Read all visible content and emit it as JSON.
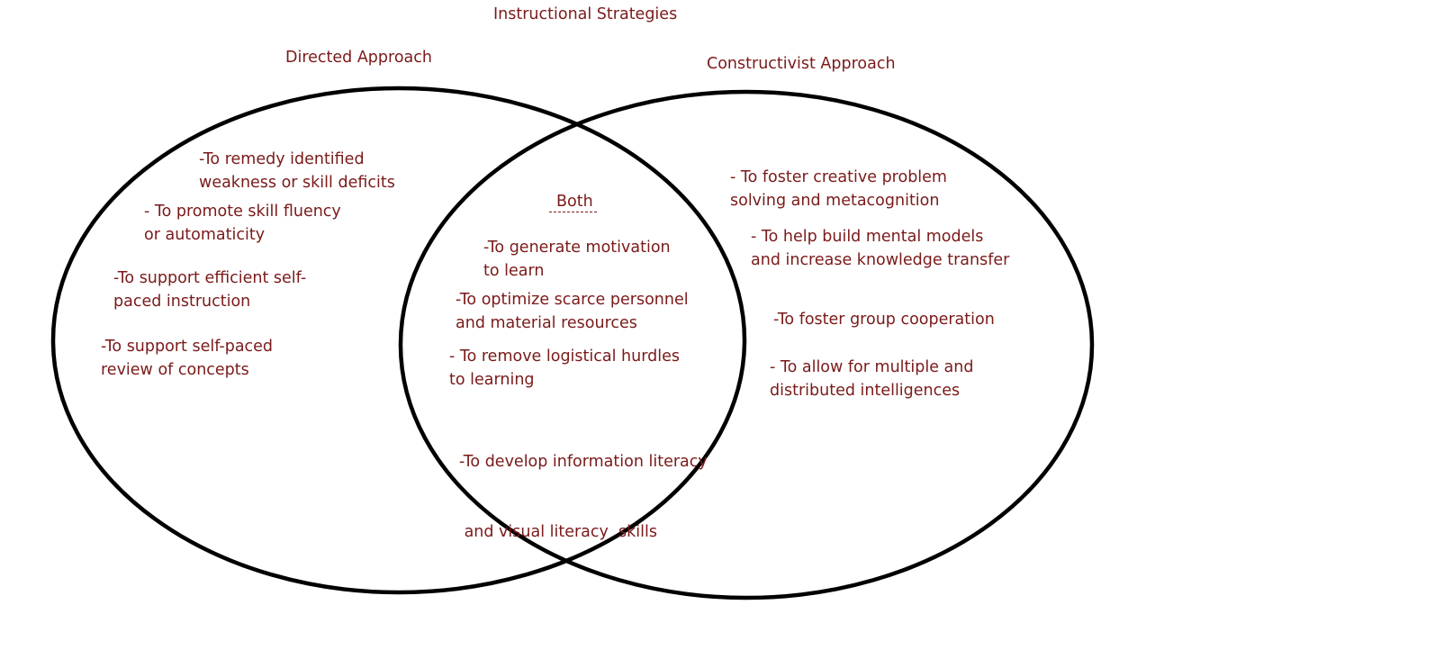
{
  "title": "Instructional Strategies",
  "left": {
    "label": "Directed Approach",
    "items": [
      {
        "line1": "-To remedy identified",
        "line2": "weakness or skill deficits"
      },
      {
        "line1": "- To promote skill fluency",
        "line2": "or automaticity"
      },
      {
        "line1": "-To support efficient self-",
        "line2": "paced instruction"
      },
      {
        "line1": "-To support self-paced",
        "line2": "review of concepts"
      }
    ]
  },
  "center": {
    "label": "Both",
    "items": [
      {
        "line1": "-To generate motivation",
        "line2": "to learn"
      },
      {
        "line1": "-To optimize scarce personnel",
        "line2": "and material resources"
      },
      {
        "line1": "- To remove logistical hurdles",
        "line2": "to learning"
      },
      {
        "line1": "-To develop information literacy",
        "line2": " and visual literacy  skills"
      }
    ]
  },
  "right": {
    "label": "Constructivist Approach",
    "items": [
      {
        "line1": "- To foster creative problem",
        "line2": "solving and metacognition"
      },
      {
        "line1": "- To help build mental models",
        "line2": "and increase knowledge transfer"
      },
      {
        "line1": "-To foster group cooperation",
        "line2": ""
      },
      {
        "line1": "- To allow for multiple and",
        "line2": "distributed intelligences"
      }
    ]
  },
  "colors": {
    "text": "#7a1a1a",
    "outline": "#000000",
    "background": "#ffffff"
  }
}
